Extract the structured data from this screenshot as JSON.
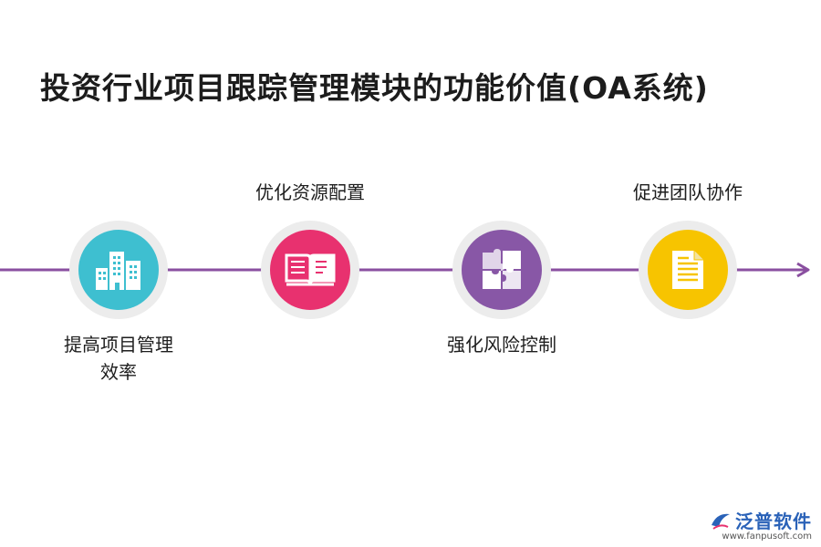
{
  "title": "投资行业项目跟踪管理模块的功能价值(OA系统)",
  "colors": {
    "line": "#8a4fa0",
    "ring": "#ececec",
    "node1": "#3ebfd0",
    "node2": "#e8316f",
    "node3": "#8857a6",
    "node4": "#f7c400"
  },
  "nodes": [
    {
      "label_lines": [
        "提高项目管理",
        "效率"
      ],
      "icon": "buildings-icon"
    },
    {
      "label_lines": [
        "优化资源配置"
      ],
      "icon": "open-book-icon"
    },
    {
      "label_lines": [
        "强化风险控制"
      ],
      "icon": "puzzle-icon"
    },
    {
      "label_lines": [
        "促进团队协作"
      ],
      "icon": "document-icon"
    }
  ],
  "brand": {
    "name": "泛普软件",
    "url": "www.fanpusoft.com"
  }
}
